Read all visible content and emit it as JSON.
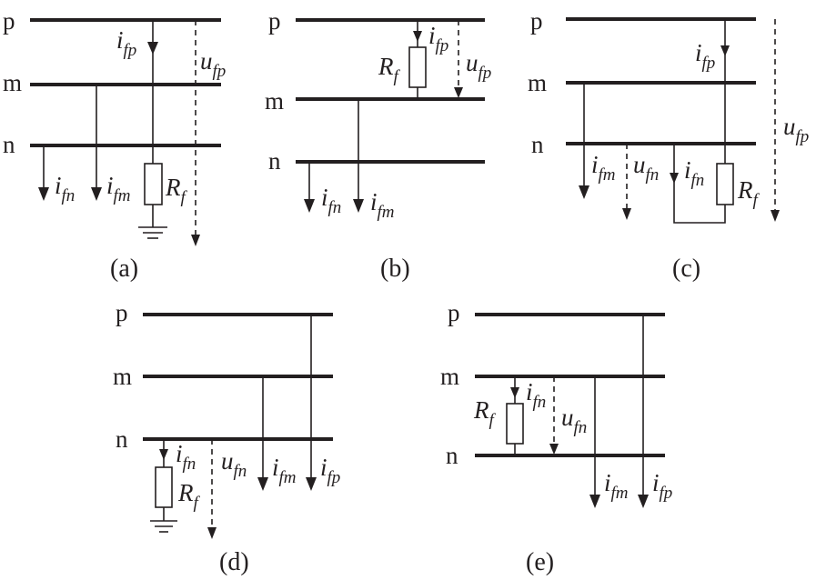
{
  "buses": {
    "p": "p",
    "m": "m",
    "n": "n"
  },
  "symbols": {
    "i": "i",
    "u": "u",
    "R": "R",
    "fp": "fp",
    "fm": "fm",
    "fn": "fn",
    "f": "f"
  },
  "panels": {
    "a": {
      "caption": "(a)"
    },
    "b": {
      "caption": "(b)"
    },
    "c": {
      "caption": "(c)"
    },
    "d": {
      "caption": "(d)"
    },
    "e": {
      "caption": "(e)"
    }
  }
}
